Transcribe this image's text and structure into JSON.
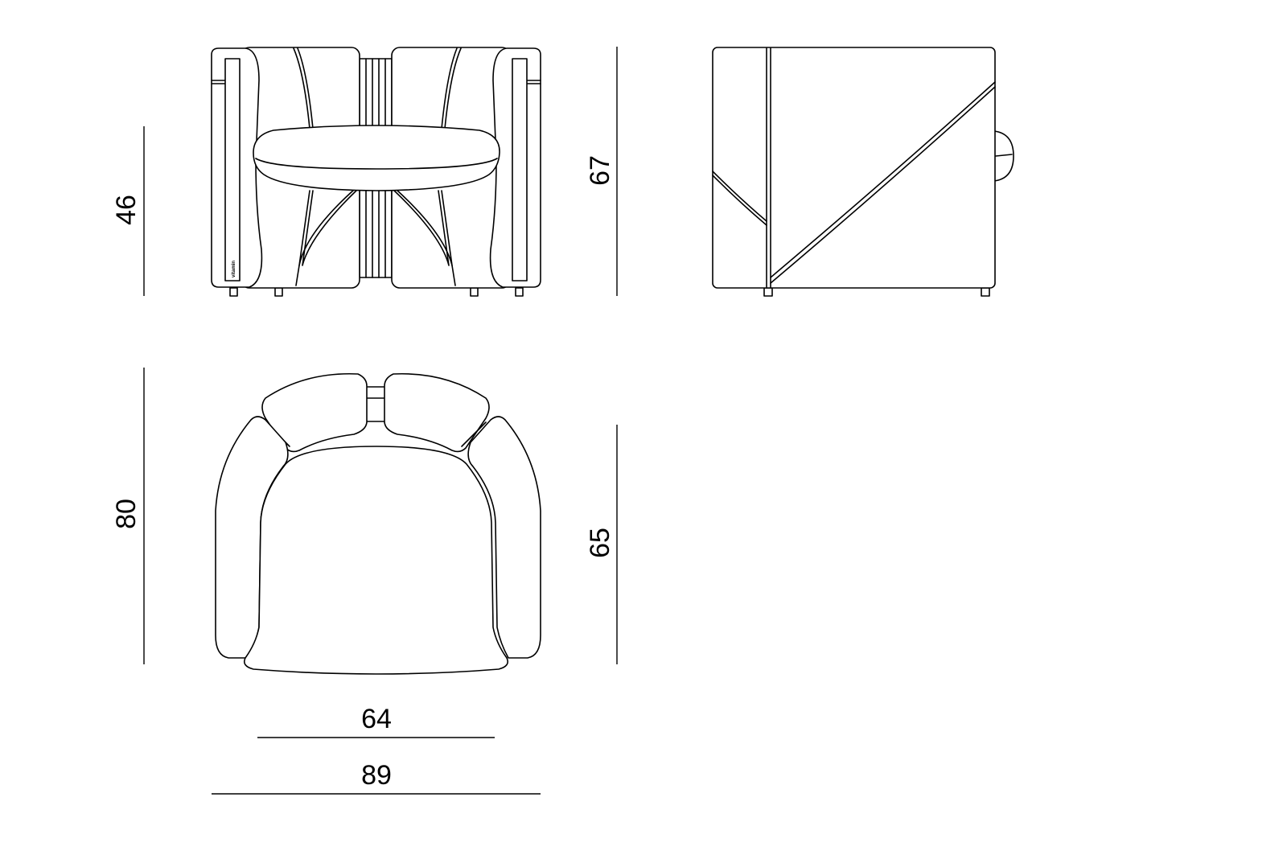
{
  "drawing": {
    "views": [
      "front-view",
      "side-view",
      "top-view"
    ],
    "logo_text": "vitamin",
    "line_color": "#000000",
    "background": "#ffffff"
  },
  "dimensions": {
    "seat_height": "46",
    "total_height": "67",
    "total_depth": "80",
    "seat_depth": "65",
    "seat_width": "64",
    "total_width": "89"
  }
}
